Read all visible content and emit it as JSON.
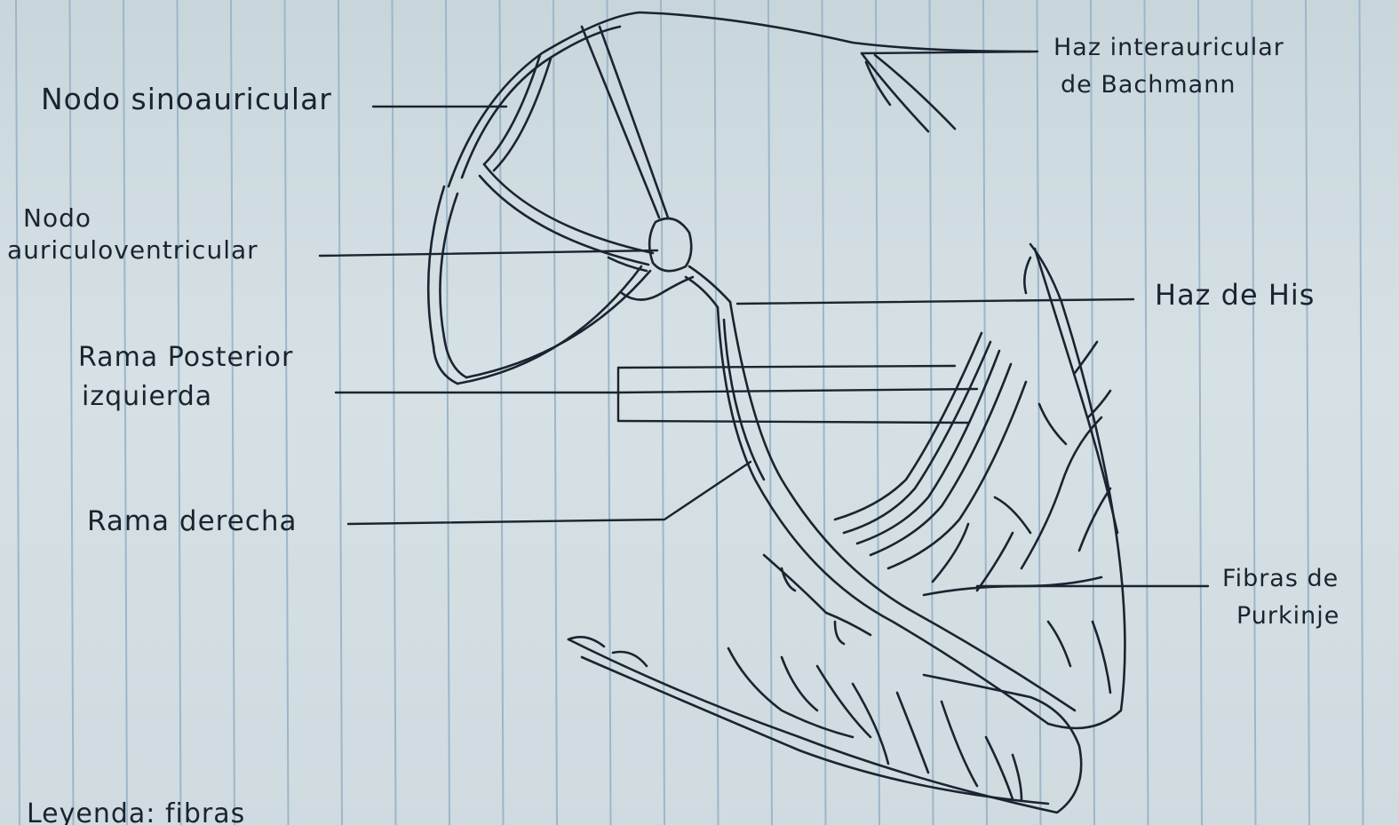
{
  "labels": {
    "sinoatrial": "Nodo sinoauricular",
    "av_line1": "Nodo",
    "av_line2": "auriculoventricular",
    "left_posterior_line1": "Rama Posterior",
    "left_posterior_line2": "izquierda",
    "right_branch": "Rama derecha",
    "bachmann_line1": "Haz interauricular",
    "bachmann_line2": "de Bachmann",
    "his": "Haz de His",
    "purkinje_line1": "Fibras de",
    "purkinje_line2": "Purkinje"
  },
  "footer": "Leyenda: fibras",
  "colors": {
    "paper": "#cfdbe0",
    "rule_line": "#9db6c8",
    "ink": "#1b2330"
  }
}
